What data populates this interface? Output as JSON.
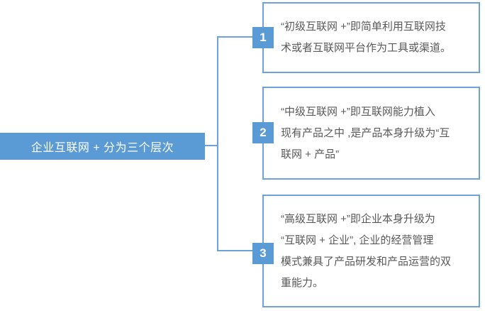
{
  "colors": {
    "accent": "#5b9bd5",
    "line": "#6ea2da",
    "node_text": "#595959",
    "node_bg": "#ffffff",
    "root_text": "#ffffff",
    "background": "#ffffff"
  },
  "diagram": {
    "root": {
      "label": "企业互联网 + 分为三个层次"
    },
    "branches": [
      {
        "number": "1",
        "text": "“初级互联网 +”即简单利用互联网技\n术或者互联网平台作为工具或渠道。"
      },
      {
        "number": "2",
        "text": "“中级互联网 +”即互联网能力植入\n现有产品之中 ,是产品本身升级为“互\n联网 + 产品”"
      },
      {
        "number": "3",
        "text": "“高级互联网 +”即企业本身升级为\n“互联网 + 企业”, 企业的经营管理\n模式兼具了产品研发和产品运营的双\n重能力。"
      }
    ]
  }
}
